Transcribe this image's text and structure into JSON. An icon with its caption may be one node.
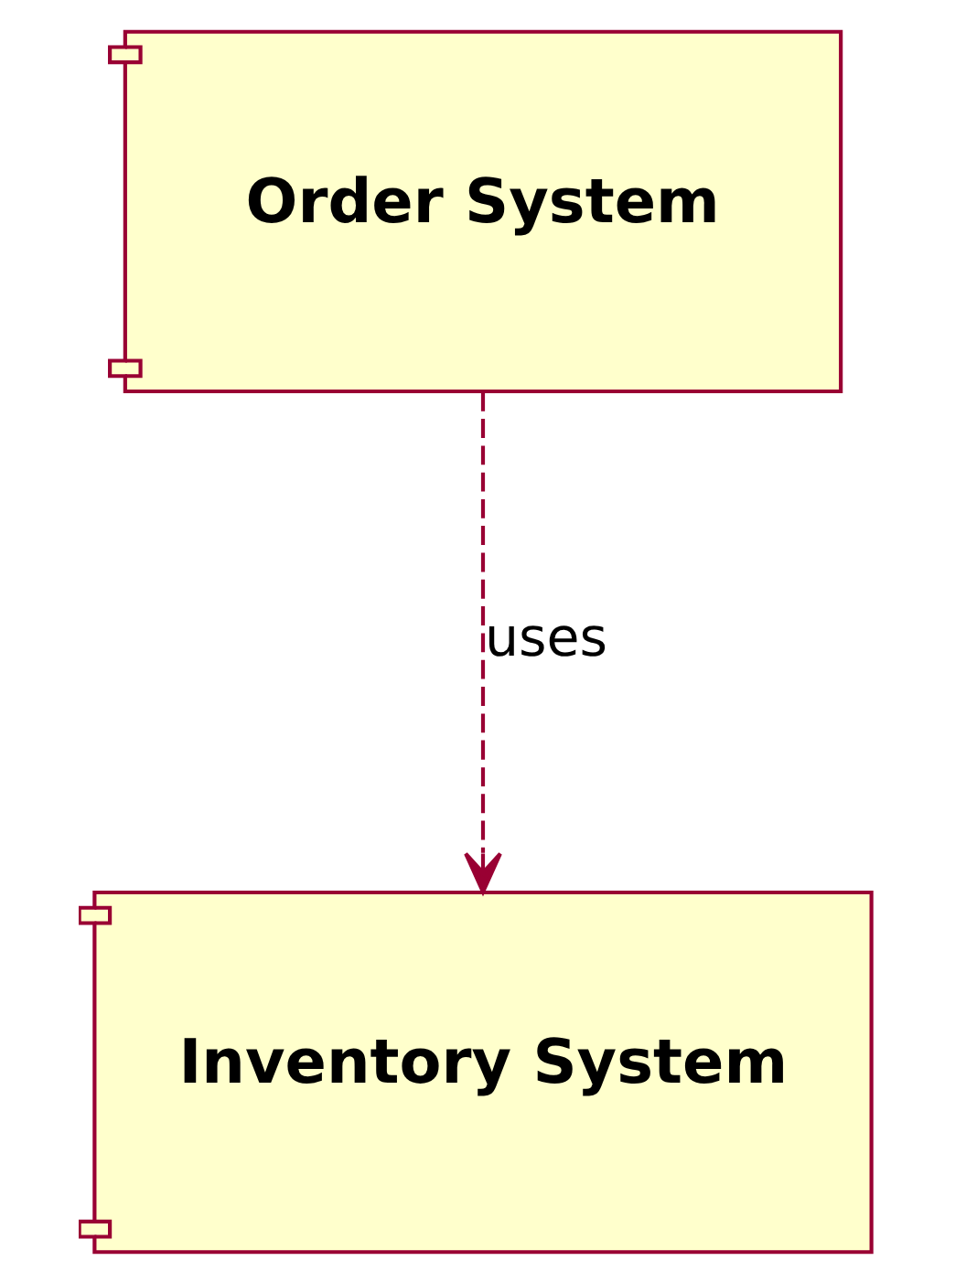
{
  "diagram": {
    "nodes": [
      {
        "text": [
          "Order System"
        ]
      },
      {
        "text": [
          "Inventory System"
        ]
      }
    ],
    "edges": [
      {
        "from": 0,
        "to": 1,
        "arrow": "to",
        "label": "uses",
        "style": "dashed"
      }
    ]
  }
}
